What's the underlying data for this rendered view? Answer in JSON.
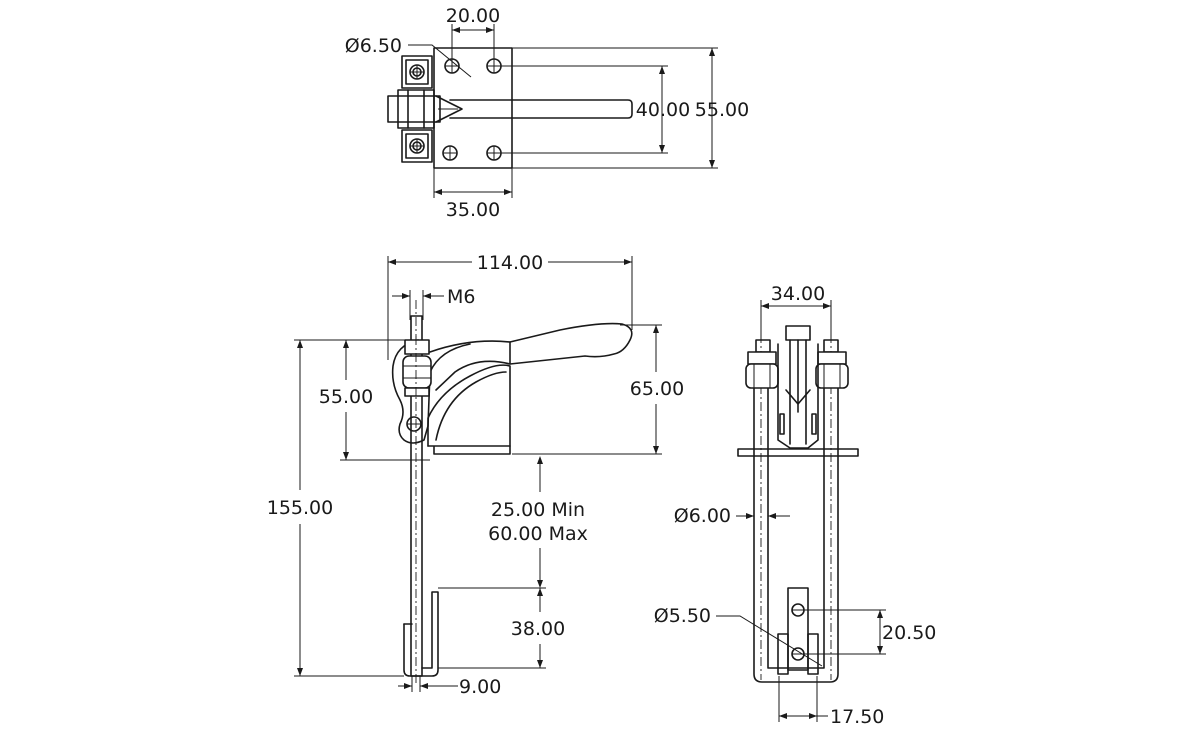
{
  "dimensions": {
    "top_hole_spacing": "20.00",
    "top_hole_diameter": "Ø6.50",
    "top_inner_height": "40.00",
    "top_outer_height": "55.00",
    "top_base_width": "35.00",
    "overall_length": "114.00",
    "thread_size": "M6",
    "height_55": "55.00",
    "height_65": "65.00",
    "overall_height": "155.00",
    "range_min": "25.00 Min",
    "range_max": "60.00 Max",
    "hook_height": "38.00",
    "hook_width": "9.00",
    "bolt_spacing": "34.00",
    "rod_diameter": "Ø6.00",
    "pin_hole_diameter": "Ø5.50",
    "pin_spacing": "20.50",
    "bottom_width": "17.50"
  }
}
